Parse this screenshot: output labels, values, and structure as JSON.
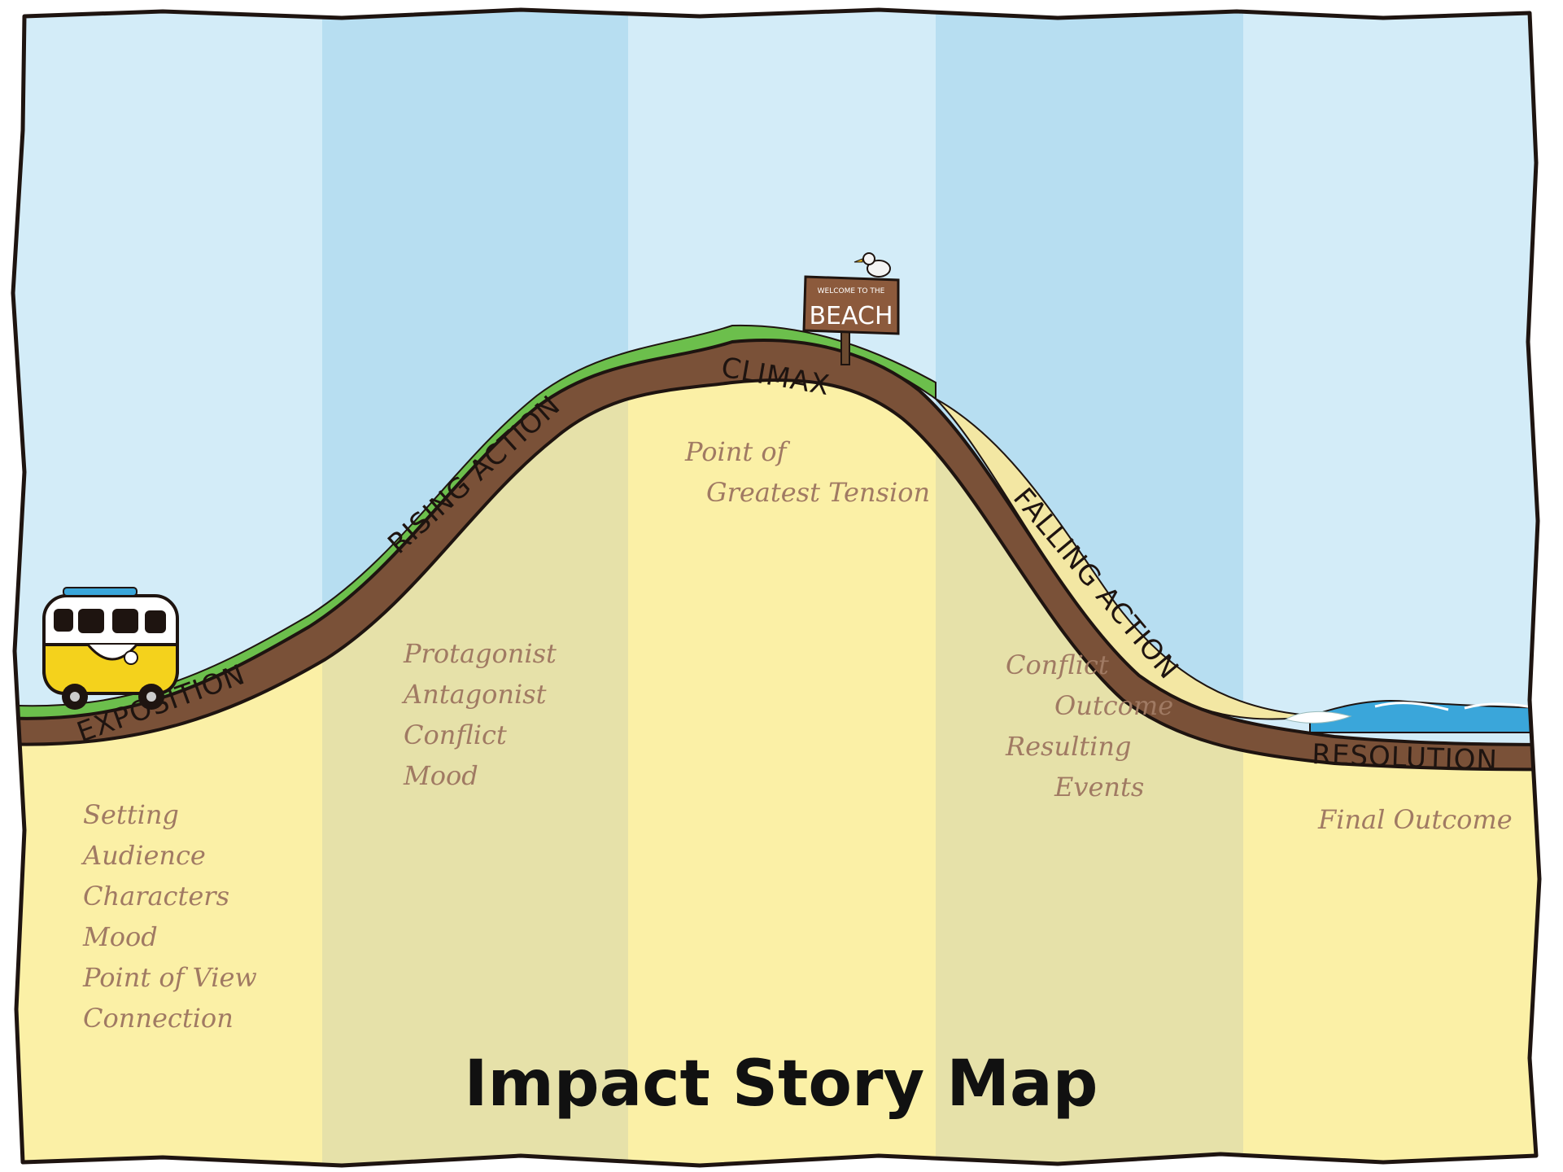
{
  "title": "Impact Story Map",
  "stages": [
    {
      "label": "EXPOSITION",
      "notes": [
        "Setting",
        "Audience",
        "Characters",
        "Mood",
        "Point of View",
        "Connection"
      ]
    },
    {
      "label": "RISING ACTION",
      "notes": [
        "Protagonist",
        "Antagonist",
        "Conflict",
        "Mood"
      ]
    },
    {
      "label": "CLIMAX",
      "notes": [
        "Point of",
        "Greatest Tension"
      ]
    },
    {
      "label": "FALLING ACTION",
      "notes": [
        "Conflict",
        "Outcome",
        "Resulting",
        "Events"
      ]
    },
    {
      "label": "RESOLUTION",
      "notes": [
        "Final Outcome"
      ]
    }
  ],
  "sign": {
    "small_text": "WELCOME TO THE",
    "big_text": "BEACH"
  },
  "colors": {
    "sky_light": "#d3ecf8",
    "sky_dark": "#b7def1",
    "sand_light": "#fbf0a6",
    "sand_dark": "#e6e1a9",
    "road": "#7a5138",
    "grass": "#6cbf4c",
    "water": "#3aa6da",
    "outline": "#1e1410",
    "van_body": "#f4d21c"
  },
  "icons": [
    "van-icon",
    "beach-sign-icon",
    "bird-icon",
    "wave-icon"
  ]
}
